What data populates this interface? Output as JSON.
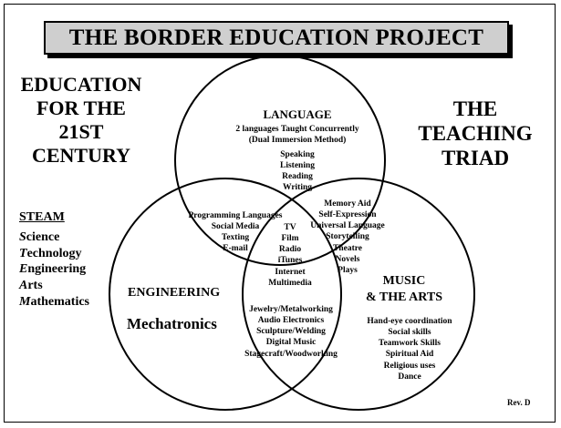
{
  "title": "THE BORDER EDUCATION PROJECT",
  "left_heading": [
    "EDUCATION",
    "FOR THE",
    "21ST",
    "CENTURY"
  ],
  "right_heading": [
    "THE",
    "TEACHING",
    "TRIAD"
  ],
  "steam": {
    "title": "STEAM",
    "items": [
      {
        "initial": "S",
        "rest": "cience"
      },
      {
        "initial": "T",
        "rest": "echnology"
      },
      {
        "initial": "E",
        "rest": "ngineering"
      },
      {
        "initial": "A",
        "rest": "rts"
      },
      {
        "initial": "M",
        "rest": "athematics"
      }
    ]
  },
  "language": {
    "heading": "LANGUAGE",
    "subtitle": [
      "2 languages Taught Concurrently",
      "(Dual  Immersion Method)"
    ],
    "items": [
      "Speaking",
      "Listening",
      "Reading",
      "Writing"
    ]
  },
  "language_engineering": [
    "Programming Languages",
    "Social Media",
    "Texting",
    "E-mail"
  ],
  "language_music": [
    "Memory Aid",
    "Self-Expression",
    "Universal Language",
    "Storytelling",
    "Theatre",
    "Novels",
    "Plays"
  ],
  "center": [
    "TV",
    "Film",
    "Radio",
    "iTunes",
    "Internet",
    "Multimedia"
  ],
  "engineering": {
    "heading": "ENGINEERING",
    "subheading": "Mechatronics"
  },
  "engineering_music": [
    "Jewelry/Metalworking",
    "Audio Electronics",
    "Sculpture/Welding",
    "Digital Music",
    "Stagecraft/Woodworking"
  ],
  "music": {
    "heading": [
      "MUSIC",
      "& THE ARTS"
    ],
    "items": [
      "Hand-eye coordination",
      "Social skills",
      "Teamwork Skills",
      "Spiritual Aid",
      "Religious  uses",
      "Dance"
    ]
  },
  "revision": "Rev. D"
}
